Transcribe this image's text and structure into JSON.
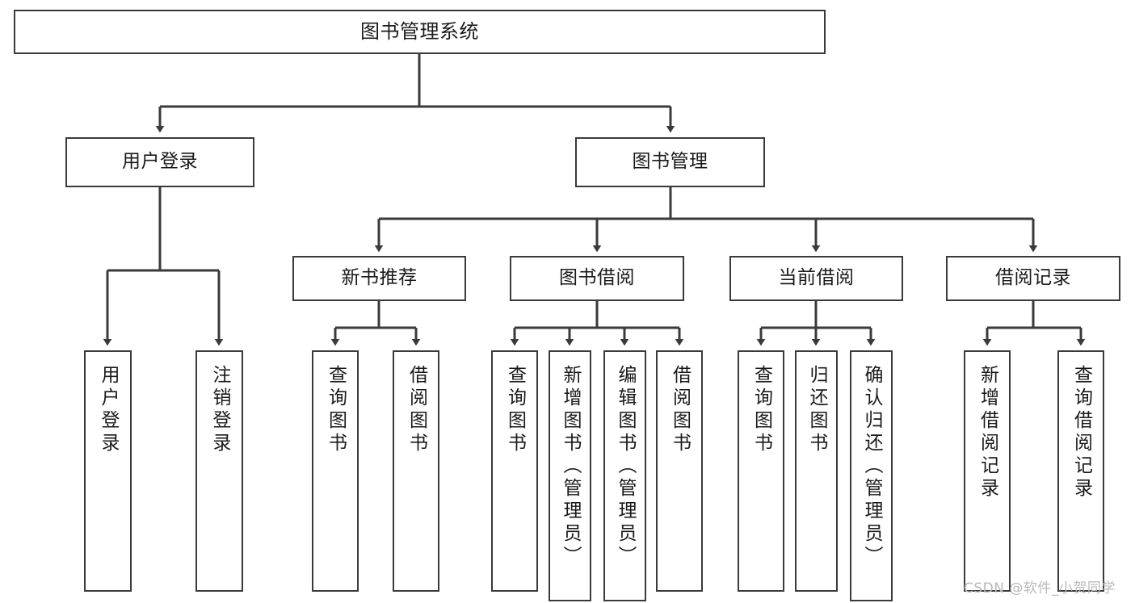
{
  "diagram": {
    "title": "图书管理系统",
    "watermark": "CSDN @软件_小贺同学",
    "line_color": "#3a3a3a",
    "box_fill": "#ffffff",
    "text_color": "#1a1a1a",
    "watermark_color": "#b9b9b9",
    "nodes": {
      "root": "图书管理系统",
      "level2": {
        "user_login": "用户登录",
        "book_manage": "图书管理"
      },
      "level3": {
        "new_book_recommend": "新书推荐",
        "book_borrow": "图书借阅",
        "current_borrow": "当前借阅",
        "borrow_record": "借阅记录"
      },
      "leaves": {
        "user_login_leaf": "用户登录",
        "logout_leaf": "注销登录",
        "rec_query_book": "查询图书",
        "rec_borrow_book": "借阅图书",
        "borrow_query_book": "查询图书",
        "borrow_add_book": "新增图书（管理员）",
        "borrow_edit_book": "编辑图书（管理员）",
        "borrow_borrow_book": "借阅图书",
        "current_query_book": "查询图书",
        "current_return_book": "归还图书",
        "current_confirm_return": "确认归还（管理员）",
        "record_add": "新增借阅记录",
        "record_query": "查询借阅记录"
      }
    },
    "tree": [
      {
        "label": "图书管理系统",
        "children": [
          {
            "label": "用户登录",
            "children": [
              {
                "label": "用户登录",
                "children": []
              },
              {
                "label": "注销登录",
                "children": []
              }
            ]
          },
          {
            "label": "图书管理",
            "children": [
              {
                "label": "新书推荐",
                "children": [
                  {
                    "label": "查询图书",
                    "children": []
                  },
                  {
                    "label": "借阅图书",
                    "children": []
                  }
                ]
              },
              {
                "label": "图书借阅",
                "children": [
                  {
                    "label": "查询图书",
                    "children": []
                  },
                  {
                    "label": "新增图书（管理员）",
                    "children": []
                  },
                  {
                    "label": "编辑图书（管理员）",
                    "children": []
                  },
                  {
                    "label": "借阅图书",
                    "children": []
                  }
                ]
              },
              {
                "label": "当前借阅",
                "children": [
                  {
                    "label": "查询图书",
                    "children": []
                  },
                  {
                    "label": "归还图书",
                    "children": []
                  },
                  {
                    "label": "确认归还（管理员）",
                    "children": []
                  }
                ]
              },
              {
                "label": "借阅记录",
                "children": [
                  {
                    "label": "新增借阅记录",
                    "children": []
                  },
                  {
                    "label": "查询借阅记录",
                    "children": []
                  }
                ]
              }
            ]
          }
        ]
      }
    ]
  }
}
